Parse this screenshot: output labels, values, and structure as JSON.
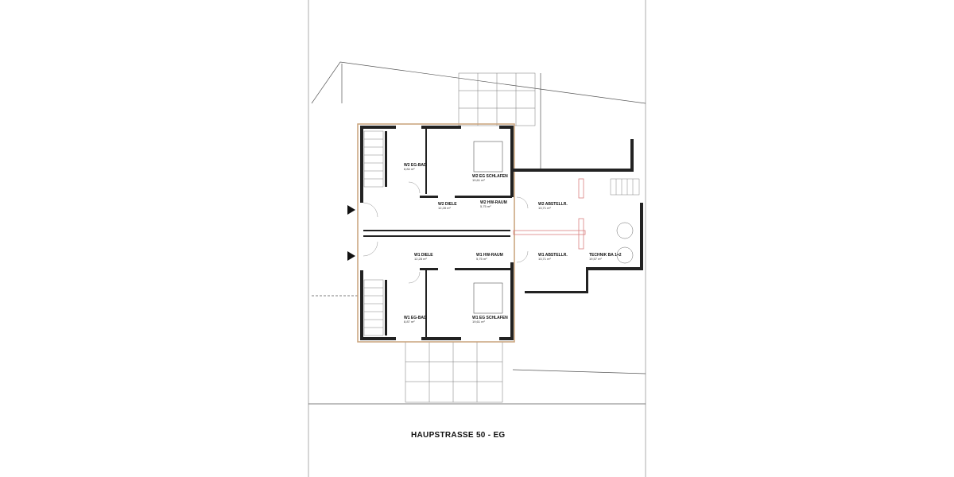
{
  "plan": {
    "title": "HAUPSTRASSE 50 - EG",
    "rooms": [
      {
        "name": "W2 EG-BAD",
        "area": "8,84 m²"
      },
      {
        "name": "W2 EG SCHLAFEN",
        "area": "19,61 m²"
      },
      {
        "name": "W2 DIELE",
        "area": "12,28 m²"
      },
      {
        "name": "W2 HW-RAUM",
        "area": "5,75 m²"
      },
      {
        "name": "W2 ABSTELLR.",
        "area": "13,71 m²"
      },
      {
        "name": "W1 DIELE",
        "area": "12,28 m²"
      },
      {
        "name": "W1 HW-RAUM",
        "area": "5,75 m²"
      },
      {
        "name": "W1 ABSTELLR.",
        "area": "13,71 m²"
      },
      {
        "name": "TECHNIK BA 1+2",
        "area": "19,57 m²"
      },
      {
        "name": "W1 EG-BAD",
        "area": "8,87 m²"
      },
      {
        "name": "W1 EG SCHLAFEN",
        "area": "19,61 m²"
      }
    ],
    "colors": {
      "wall": "#222222",
      "insulation": "#c9a27a",
      "hatch": "#d98080"
    }
  }
}
